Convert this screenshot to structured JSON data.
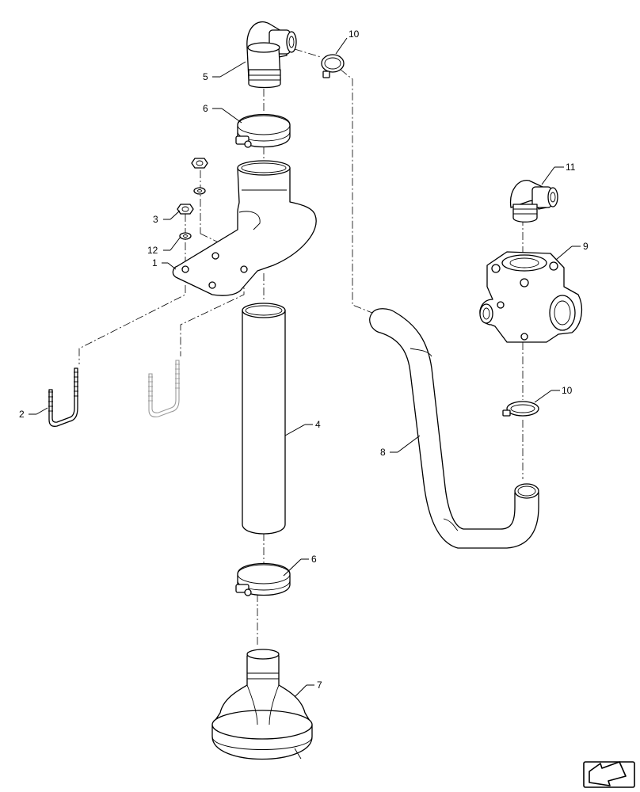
{
  "callouts": {
    "c1": "1",
    "c2": "2",
    "c3": "3",
    "c4": "4",
    "c5": "5",
    "c6_top": "6",
    "c6_bottom": "6",
    "c7": "7",
    "c8": "8",
    "c9": "9",
    "c10_top": "10",
    "c10_bottom": "10",
    "c11": "11",
    "c12": "12"
  },
  "corner_icon": "navigation-arrow-icon"
}
